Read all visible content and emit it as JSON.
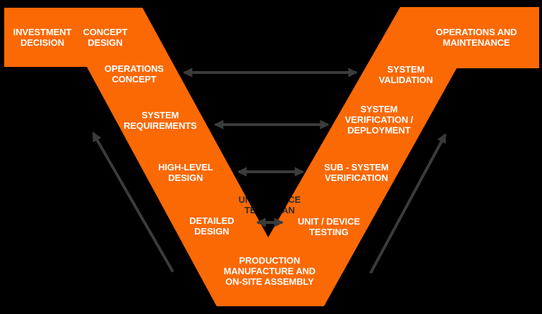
{
  "vmodel": {
    "colors": {
      "background": "#000000",
      "shape": "#FB6904",
      "arrow": "#3B3B3B",
      "label_text": "#FFFFFF",
      "plan_text": "#2E2E2E"
    },
    "left_branch": {
      "investment_decision": "INVESTMENT\nDECISION",
      "concept_design": "CONCEPT\nDESIGN",
      "operations_concept": "OPERATIONS\nCONCEPT",
      "system_requirements": "SYSTEM\nREQUIREMENTS",
      "high_level_design": "HIGH-LEVEL\nDESIGN",
      "detailed_design": "DETAILED\nDESIGN"
    },
    "bottom": {
      "production": "PRODUCTION\nMANUFACTURE AND\nON-SITE ASSEMBLY"
    },
    "center": {
      "unit_device_test_plan": "UNIT / DEVICE\nTEST PLAN"
    },
    "right_branch": {
      "unit_device_testing": "UNIT / DEVICE\nTESTING",
      "sub_system_verification": "SUB - SYSTEM\nVERIFICATION",
      "system_verification_deployment": "SYSTEM\nVERIFICATION /\nDEPLOYMENT",
      "system_validation": "SYSTEM\nVALIDATION",
      "operations_and_maintenance": "OPERATIONS AND\nMAINTENANCE"
    }
  }
}
